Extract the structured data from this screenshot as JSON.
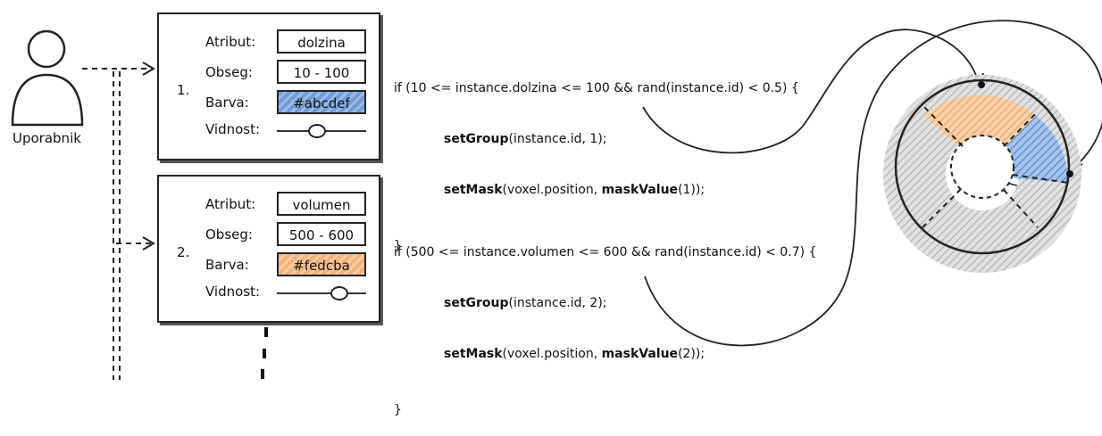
{
  "user": {
    "label": "Uporabnik"
  },
  "panels": [
    {
      "number": "1.",
      "labels": {
        "attribute": "Atribut:",
        "range": "Obseg:",
        "color": "Barva:",
        "visibility": "Vidnost:"
      },
      "attribute_value": "dolzina",
      "range_value": "10 - 100",
      "color_value": "#abcdef",
      "visibility": 0.45,
      "code": {
        "line1": "if (10 <= instance.dolzina <= 100 && rand(instance.id) < 0.5) {",
        "line2_fn": "setGroup",
        "line2_args": "(instance.id, 1);",
        "line3_fn": "setMask",
        "line3_mid": "(voxel.position, ",
        "line3_fn2": "maskValue",
        "line3_args": "(1));",
        "close": "}"
      }
    },
    {
      "number": "2.",
      "labels": {
        "attribute": "Atribut:",
        "range": "Obseg:",
        "color": "Barva:",
        "visibility": "Vidnost:"
      },
      "attribute_value": "volumen",
      "range_value": "500 - 600",
      "color_value": "#fedcba",
      "visibility": 0.7,
      "code": {
        "line1": "if (500 <= instance.volumen <= 600 && rand(instance.id) < 0.7) {",
        "line2_fn": "setGroup",
        "line2_args": "(instance.id, 2);",
        "line3_fn": "setMask",
        "line3_mid": "(voxel.position, ",
        "line3_fn2": "maskValue",
        "line3_args": "(2));",
        "close": "}"
      }
    }
  ],
  "colors": {
    "blue": "#6f9bd6",
    "orange": "#f2b27a",
    "gray": "#c9c9c9",
    "ink": "#111111"
  }
}
